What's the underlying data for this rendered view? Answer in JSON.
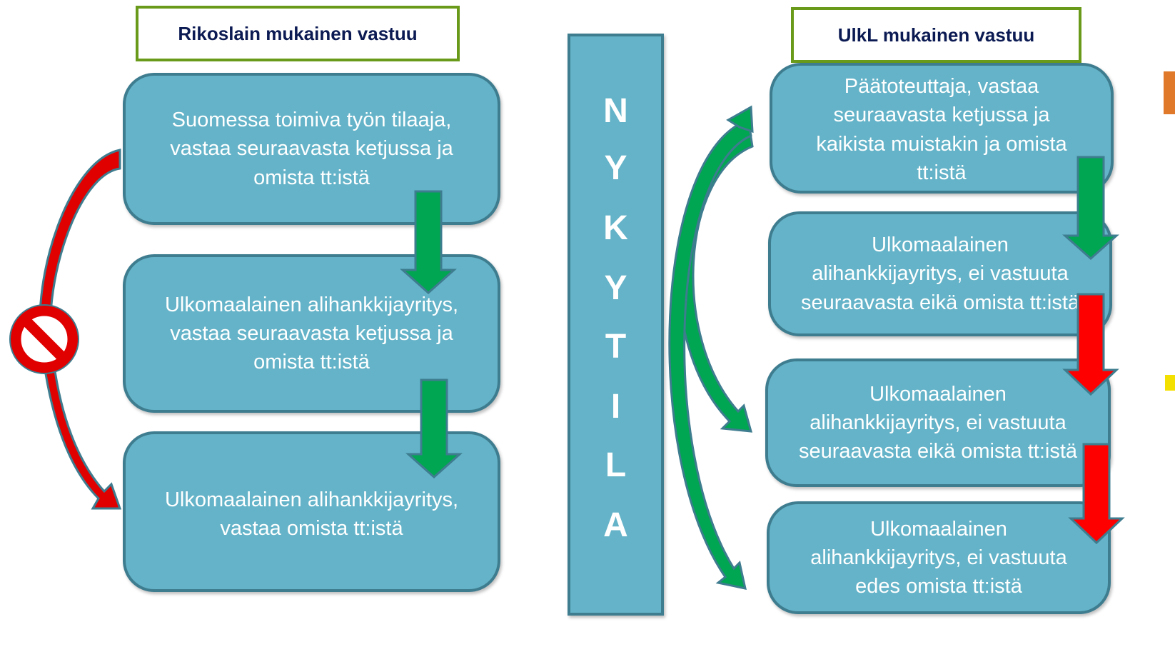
{
  "left": {
    "header": "Rikoslain mukainen vastuu",
    "boxes": [
      [
        "Suomessa toimiva työn tilaaja,",
        "vastaa seuraavasta ketjussa ja",
        "omista tt:istä"
      ],
      [
        "Ulkomaalainen alihankkijayritys,",
        "vastaa seuraavasta ketjussa ja",
        "omista tt:istä"
      ],
      [
        "Ulkomaalainen alihankkijayritys,",
        "vastaa omista tt:istä"
      ]
    ]
  },
  "center": {
    "letters": [
      "N",
      "Y",
      "K",
      "Y",
      "T",
      "I",
      "L",
      "A"
    ]
  },
  "right": {
    "header": "UlkL mukainen vastuu",
    "boxes": [
      [
        "Päätoteuttaja, vastaa",
        "seuraavasta ketjussa ja",
        "kaikista muistakin ja omista",
        "tt:istä"
      ],
      [
        "Ulkomaalainen",
        "alihankkijayritys, ei vastuuta",
        "seuraavasta eikä omista tt:istä"
      ],
      [
        "Ulkomaalainen",
        "alihankkijayritys, ei vastuuta",
        "seuraavasta eikä omista tt:istä"
      ],
      [
        "Ulkomaalainen",
        "alihankkijayritys, ei vastuuta",
        "edes omista tt:istä"
      ]
    ]
  },
  "colors": {
    "box_fill": "#64b3c8",
    "box_border": "#3e7c8f",
    "header_border": "#6a9a1a",
    "header_text": "#0b1a52",
    "arrow_green": "#00a651",
    "arrow_red": "#ff0000"
  },
  "icons": [
    "prohibited-icon"
  ]
}
